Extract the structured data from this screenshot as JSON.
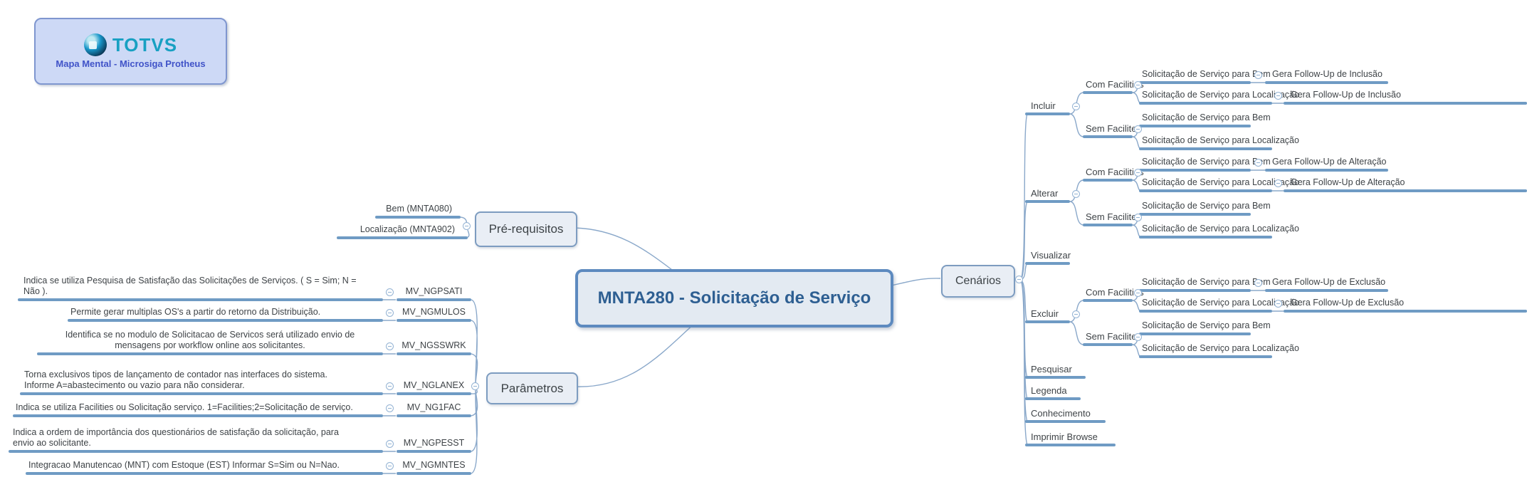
{
  "logo": {
    "brand": "TOTVS",
    "subtitle": "Mapa Mental - Microsiga Protheus",
    "icon": "globe-icon"
  },
  "root": {
    "label": "MNTA280 - Solicitação de Serviço"
  },
  "icons": {
    "collapse": "minus-circle"
  },
  "colors": {
    "underline": "#6f9bc4",
    "wire": "#8aa8ca",
    "node_fill": "#e9eef5",
    "node_border": "#7d9cc0",
    "root_fill": "#e3eaf2",
    "root_border": "#5d8abf",
    "root_text": "#2e5f92",
    "brand_teal": "#18a0c2",
    "logo_fill": "#cdd9f6",
    "logo_text_blue": "#4053c8"
  },
  "branches": {
    "prerequisitos": {
      "label": "Pré-requisitos",
      "items": [
        {
          "label": "Bem (MNTA080)"
        },
        {
          "label": "Localização (MNTA902)"
        }
      ]
    },
    "parametros": {
      "label": "Parâmetros",
      "items": [
        {
          "desc": "Indica se utiliza Pesquisa de Satisfação das Solicitações de Serviços. ( S = Sim; N = Não ).",
          "code": "MV_NGPSATI"
        },
        {
          "desc": "Permite gerar multiplas OS's a partir do retorno da Distribuição.",
          "code": "MV_NGMULOS"
        },
        {
          "desc": "Identifica se no modulo de Solicitacao de Servicos será utilizado envio de mensagens por workflow online aos solicitantes.",
          "code": "MV_NGSSWRK"
        },
        {
          "desc": "Torna exclusivos tipos de lançamento de contador  nas interfaces do sistema. Informe A=abastecimento ou vazio para não considerar.",
          "code": "MV_NGLANEX"
        },
        {
          "desc": "Indica se utiliza Facilities ou Solicitação  serviço. 1=Facilities;2=Solicitação de serviço.",
          "code": "MV_NG1FAC"
        },
        {
          "desc": "Indica a ordem de importância dos questionários de satisfação da solicitação, para envio ao solicitante.",
          "code": "MV_NGPESST"
        },
        {
          "desc": "Integracao Manutencao (MNT) com Estoque (EST) Informar S=Sim ou N=Nao.",
          "code": "MV_NGMNTES"
        }
      ]
    },
    "cenarios": {
      "label": "Cenários",
      "actions": [
        {
          "label": "Incluir",
          "groups": [
            {
              "label": "Com Facilities",
              "items": [
                {
                  "label": "Solicitação de Serviço para Bem",
                  "followup": "Gera Follow-Up de Inclusão"
                },
                {
                  "label": "Solicitação de Serviço para Localização",
                  "followup": "Gera Follow-Up de Inclusão"
                }
              ]
            },
            {
              "label": "Sem Facilites",
              "items": [
                {
                  "label": "Solicitação de Serviço para Bem"
                },
                {
                  "label": "Solicitação de Serviço para Localização"
                }
              ]
            }
          ]
        },
        {
          "label": "Alterar",
          "groups": [
            {
              "label": "Com Facilities",
              "items": [
                {
                  "label": "Solicitação de Serviço para Bem",
                  "followup": "Gera Follow-Up de Alteração"
                },
                {
                  "label": "Solicitação de Serviço para Localização",
                  "followup": "Gera Follow-Up de Alteração"
                }
              ]
            },
            {
              "label": "Sem Facilites",
              "items": [
                {
                  "label": "Solicitação de Serviço para Bem"
                },
                {
                  "label": "Solicitação de Serviço para Localização"
                }
              ]
            }
          ]
        },
        {
          "label": "Visualizar"
        },
        {
          "label": "Excluir",
          "groups": [
            {
              "label": "Com Facilities",
              "items": [
                {
                  "label": "Solicitação de Serviço para Bem",
                  "followup": "Gera Follow-Up de Exclusão"
                },
                {
                  "label": "Solicitação de Serviço para Localização",
                  "followup": "Gera Follow-Up de Exclusão"
                }
              ]
            },
            {
              "label": "Sem Facilites",
              "items": [
                {
                  "label": "Solicitação de Serviço para Bem"
                },
                {
                  "label": "Solicitação de Serviço para Localização"
                }
              ]
            }
          ]
        },
        {
          "label": "Pesquisar"
        },
        {
          "label": "Legenda"
        },
        {
          "label": "Conhecimento"
        },
        {
          "label": "Imprimir Browse"
        }
      ]
    }
  }
}
